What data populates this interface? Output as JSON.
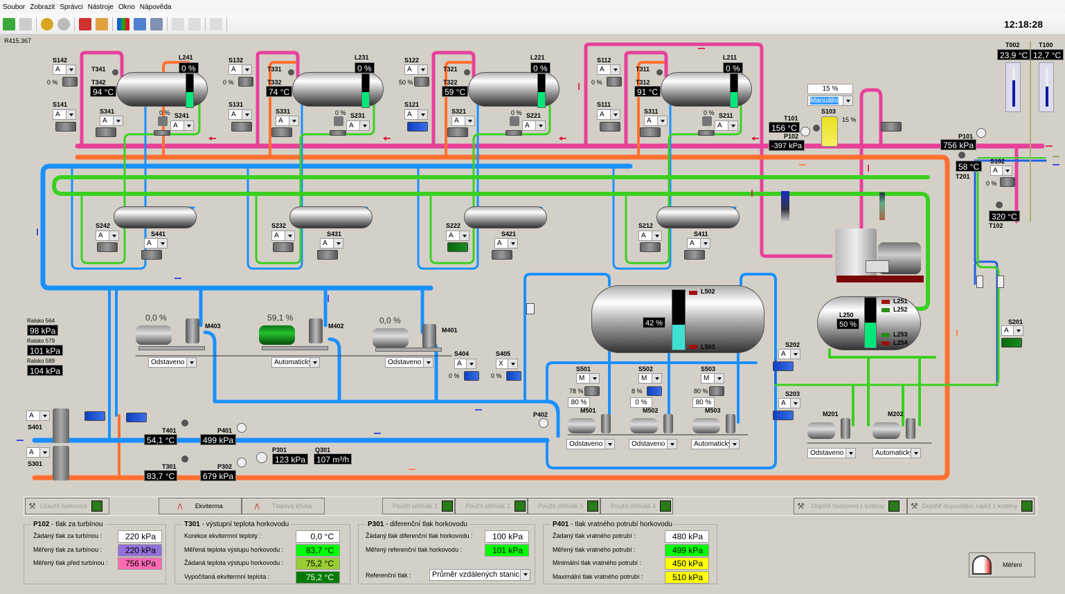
{
  "menu": [
    "Soubor",
    "Zobrazit",
    "Správci",
    "Nástroje",
    "Okno",
    "Nápověda"
  ],
  "toolbar_icons": [
    "back-icon",
    "forward-icon",
    "user-add-icon",
    "user-remove-icon",
    "report-alarm-icon",
    "folder-alarm-icon",
    "chart-icon",
    "table-icon",
    "print-icon",
    "edit-icon",
    "edit2-icon",
    "stamp-icon"
  ],
  "clock": "12:18:28",
  "version": "R415.367",
  "heaters": [
    {
      "id": "h4",
      "s1": "S142",
      "s1_mode": "A",
      "s1_pct": "0 %",
      "s2": "S141",
      "s2_mode": "A",
      "t1": "T341",
      "t2": "T342",
      "t2_val": "94 °C",
      "s3": "S341",
      "s3_mode": "A",
      "level": "L241",
      "level_val": "0 %",
      "level_fill": 0.45,
      "s4": "S241",
      "s4_mode": "A",
      "s4_pct": "0 %"
    },
    {
      "id": "h3",
      "s1": "S132",
      "s1_mode": "A",
      "s1_pct": "0 %",
      "s2": "S131",
      "s2_mode": "A",
      "t1": "T331",
      "t2": "T332",
      "t2_val": "74 °C",
      "s3": "S331",
      "s3_mode": "A",
      "level": "L231",
      "level_val": "0 %",
      "level_fill": 0.45,
      "s4": "S231",
      "s4_mode": "A",
      "s4_pct": "0 %"
    },
    {
      "id": "h2",
      "s1": "S122",
      "s1_mode": "A",
      "s1_pct": "50 %",
      "s2": "S121",
      "s2_mode": "A",
      "t1": "T321",
      "t2": "T322",
      "t2_val": "59 °C",
      "s3": "S321",
      "s3_mode": "A",
      "level": "L221",
      "level_val": "0 %",
      "level_fill": 0.45,
      "s4": "S221",
      "s4_mode": "A",
      "s4_pct": "0 %"
    },
    {
      "id": "h1",
      "s1": "S112",
      "s1_mode": "A",
      "s1_pct": "0 %",
      "s2": "S111",
      "s2_mode": "A",
      "t1": "T311",
      "t2": "T312",
      "t2_val": "91 °C",
      "s3": "S311",
      "s3_mode": "A",
      "level": "L211",
      "level_val": "0 %",
      "level_fill": 0.45,
      "s4": "S211",
      "s4_mode": "A",
      "s4_pct": "0 %"
    }
  ],
  "exchangers": [
    {
      "s1": "S242",
      "s1_mode": "A",
      "s2": "S441",
      "s2_mode": "A"
    },
    {
      "s1": "S232",
      "s1_mode": "A",
      "s2": "S431",
      "s2_mode": "A"
    },
    {
      "s1": "S222",
      "s1_mode": "A",
      "s2": "S421",
      "s2_mode": "A"
    },
    {
      "s1": "S212",
      "s1_mode": "A",
      "s2": "S411",
      "s2_mode": "A"
    }
  ],
  "s103": {
    "label": "S103",
    "setpoint": "15 %",
    "mode": "Manuální",
    "pct": "15 %"
  },
  "t101": {
    "label": "T101",
    "val": "156 °C"
  },
  "p102": {
    "label": "P102",
    "val": "-397 kPa"
  },
  "p101": {
    "label": "P101",
    "val": "756  kPa"
  },
  "t201": {
    "label": "T201",
    "val": "58 °C"
  },
  "s102": {
    "label": "S102",
    "mode": "A",
    "pct": "0 %"
  },
  "t102": {
    "label": "T102",
    "val": "320 °C"
  },
  "t002": {
    "label": "T002",
    "val": "23,9 °C",
    "fill": 0.65
  },
  "t100": {
    "label": "T100",
    "val": "12,7 °C",
    "fill": 0.5
  },
  "remote": [
    {
      "label": "Ralsko 564",
      "val": "98 kPa"
    },
    {
      "label": "Ralsko 579",
      "val": "101 kPa"
    },
    {
      "label": "Ralsko 589",
      "val": "104 kPa"
    }
  ],
  "main_pumps": [
    {
      "id": "M403",
      "pct": "0,0 %",
      "mode": "Odstaveno",
      "on": false
    },
    {
      "id": "M402",
      "pct": "59,1 %",
      "mode": "Automatický",
      "on": true
    },
    {
      "id": "M401",
      "pct": "0,0 %",
      "mode": "Odstaveno",
      "on": false
    }
  ],
  "s401": {
    "label": "S401",
    "mode": "A"
  },
  "s301": {
    "label": "S301",
    "mode": "A"
  },
  "t401": {
    "label": "T401",
    "val": "54,1 °C"
  },
  "p401": {
    "label": "P401",
    "val": "499 kPa"
  },
  "t301": {
    "label": "T301",
    "val": "83,7 °C"
  },
  "p302": {
    "label": "P302",
    "val": "679 kPa"
  },
  "p301": {
    "label": "P301",
    "val": "123 kPa"
  },
  "q301": {
    "label": "Q301",
    "val": "107 m³/h"
  },
  "p402": {
    "label": "P402"
  },
  "s404": {
    "label": "S404",
    "mode": "A",
    "pct": "0 %"
  },
  "s405": {
    "label": "S405",
    "mode": "X",
    "pct": "0 %"
  },
  "tank_l500": {
    "val": "42 %",
    "fill": 0.42,
    "hi": "L502",
    "lo": "L503"
  },
  "make_up_pumps": [
    {
      "valve": "S501",
      "valve_mode": "M",
      "valve_pct": "78 %",
      "setpoint": "80 %",
      "pump": "M501",
      "mode": "Odstaveno"
    },
    {
      "valve": "S502",
      "valve_mode": "M",
      "valve_pct": "8 %",
      "setpoint": "0 %",
      "pump": "M502",
      "mode": "Odstaveno"
    },
    {
      "valve": "S503",
      "valve_mode": "M",
      "valve_pct": "80 %",
      "setpoint": "80 %",
      "pump": "M503",
      "mode": "Automatický"
    }
  ],
  "tank_l250": {
    "label": "L250",
    "val": "50 %",
    "fill": 0.5,
    "leds": [
      "L251",
      "L252",
      "L253",
      "L254"
    ]
  },
  "s201": {
    "label": "S201",
    "mode": "A"
  },
  "s202": {
    "label": "S202",
    "mode": "A"
  },
  "s203": {
    "label": "S203",
    "mode": "A"
  },
  "pumps_m2": [
    {
      "id": "M201",
      "mode": "Odstaveno"
    },
    {
      "id": "M202",
      "mode": "Automatický"
    }
  ],
  "buttons": {
    "close_hot": "Uzavřít horkovod",
    "ekviterma": "Ekviterma",
    "pressure_curve": "Tlaková křivka",
    "heater1": "Použít ohřívák 1",
    "heater2": "Použít ohřívák 2",
    "heater3": "Použít ohřívák 3",
    "heater4": "Použít ohřívák 4",
    "refill_hot": "Doplňit horkovod z kotelny",
    "refill_tank": "Doplňit dopouštěcí nádrž z kotelny",
    "measure": "Měření"
  },
  "panels": {
    "p102": {
      "code": "P102",
      "title": " - tlak za turbínou",
      "rows": [
        {
          "label": "Žádaný tlak za turbínou :",
          "val": "220 kPa",
          "color": "#ffffff"
        },
        {
          "label": "Měřený tlak za turbínou :",
          "val": "220 kPa",
          "color": "#9370db"
        },
        {
          "label": "Měřený tlak před turbínou :",
          "val": "756 kPa",
          "color": "#ff69b4"
        }
      ]
    },
    "t301": {
      "code": "T301",
      "title": " - výstupní teplota horkovodu",
      "rows": [
        {
          "label": "Korekce ekvitermní teploty :",
          "val": "0,0 °C",
          "color": "#ffffff"
        },
        {
          "label": "Měřená teplota výstupu horkovodu :",
          "val": "83,7 °C",
          "color": "#00ff00"
        },
        {
          "label": "Žádaná teplota výstupu horkovodu :",
          "val": "75,2 °C",
          "color": "#9acd32"
        },
        {
          "label": "Vypočítaná ekvitermní teplota :",
          "val": "75,2 °C",
          "color": "#007a00"
        }
      ]
    },
    "p301": {
      "code": "P301",
      "title": " - diferenční tlak horkovodu",
      "rows": [
        {
          "label": "Žádaný tlak diferenční tlak horkovodu :",
          "val": "100 kPa",
          "color": "#ffffff"
        },
        {
          "label": "Měřený referenční tlak horkovodu :",
          "val": "101 kPa",
          "color": "#00ff00"
        }
      ],
      "ref_label": "Referenční tlak :",
      "ref_value": "Průměr vzdálených stanic"
    },
    "p401": {
      "code": "P401",
      "title": " - tlak vratného potrubí horkovodu",
      "rows": [
        {
          "label": "Žádaný tlak vratného potrubí :",
          "val": "480 kPa",
          "color": "#ffffff"
        },
        {
          "label": "Měřený tlak vratného potrubí :",
          "val": "499 kPa",
          "color": "#00ff00"
        },
        {
          "label": "Minimální tlak vratného potrubí :",
          "val": "450 kPa",
          "color": "#ffff00"
        },
        {
          "label": "Maximální tlak vratného potrubí :",
          "val": "510 kPa",
          "color": "#ffff00"
        }
      ]
    }
  },
  "colors": {
    "steam": "#e8409a",
    "hot": "#ff7030",
    "cold": "#1a90ff",
    "green": "#3ad020",
    "tank_fill": "#00e87a",
    "tank500_fill": "#40e0d0"
  }
}
